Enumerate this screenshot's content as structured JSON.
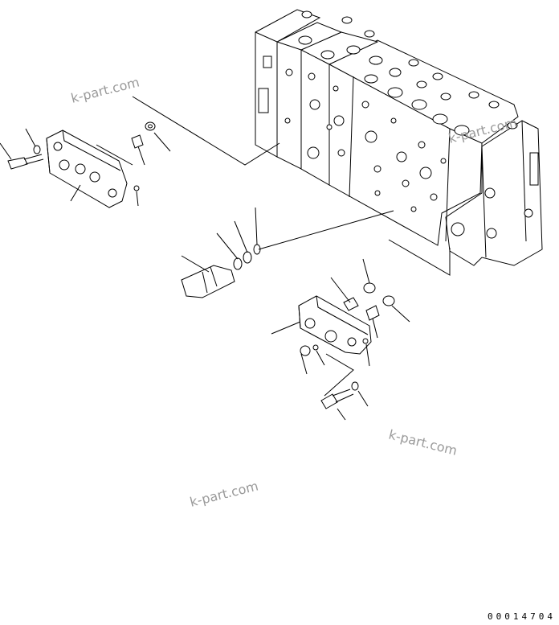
{
  "watermarks": [
    "k-part.com",
    "k-part.com",
    "k-part.com",
    "k-part.com"
  ],
  "drawing_code": "00014704"
}
